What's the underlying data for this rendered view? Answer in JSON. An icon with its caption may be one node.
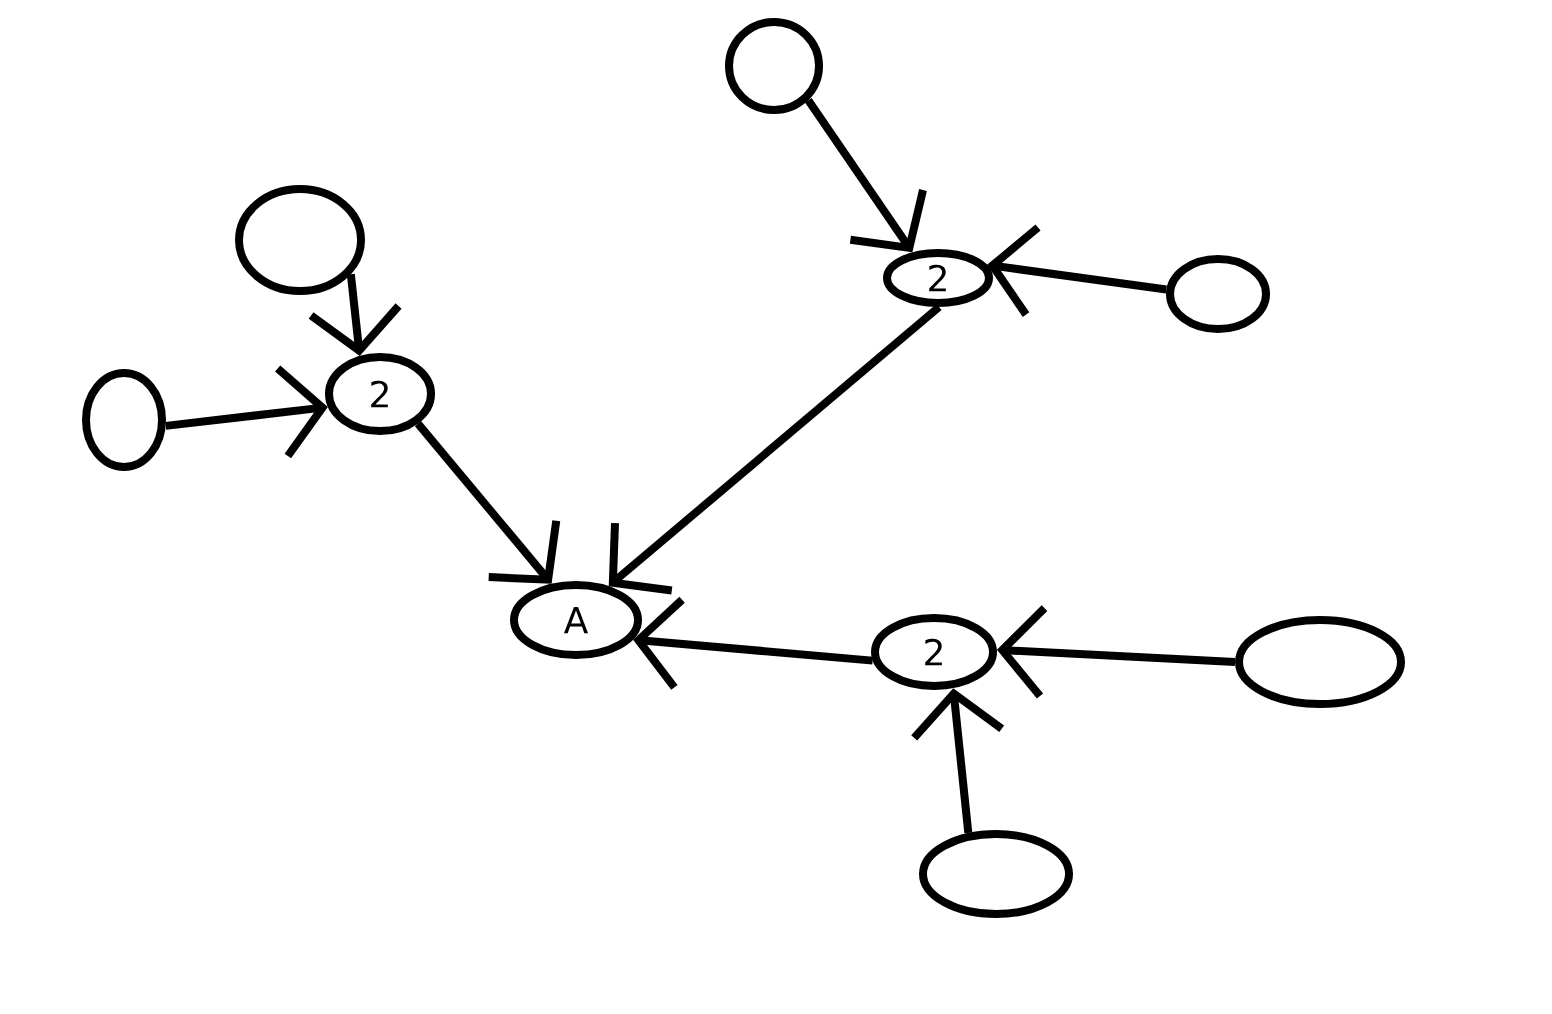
{
  "diagram": {
    "nodes": [
      {
        "text": [],
        "shape": "circle"
      },
      {
        "text": [],
        "shape": "circle"
      },
      {
        "text": [
          "2"
        ]
      },
      {
        "text": [],
        "shape": "circle"
      },
      {
        "text": [
          "2"
        ]
      },
      {
        "text": [],
        "shape": "circle"
      },
      {
        "text": [
          "A"
        ]
      },
      {
        "text": [
          "2"
        ]
      },
      {
        "text": [],
        "shape": "circle"
      },
      {
        "text": [],
        "shape": "circle"
      }
    ],
    "edges": [
      {
        "from": 1,
        "to": 4,
        "arrow": "to"
      },
      {
        "from": 5,
        "to": 4,
        "arrow": "to"
      },
      {
        "from": 4,
        "to": 6,
        "arrow": "to"
      },
      {
        "from": 0,
        "to": 2,
        "arrow": "to"
      },
      {
        "from": 3,
        "to": 2,
        "arrow": "to"
      },
      {
        "from": 2,
        "to": 6,
        "arrow": "to"
      },
      {
        "from": 7,
        "to": 6,
        "arrow": "to"
      },
      {
        "from": 8,
        "to": 7,
        "arrow": "to"
      },
      {
        "from": 9,
        "to": 7,
        "arrow": "to"
      }
    ]
  }
}
